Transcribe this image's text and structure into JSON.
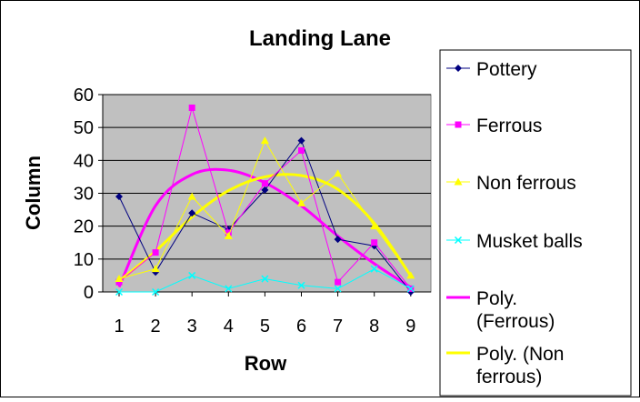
{
  "chart_data": {
    "type": "line",
    "title": "Landing Lane",
    "xlabel": "Row",
    "ylabel": "Column",
    "x": [
      1,
      2,
      3,
      4,
      5,
      6,
      7,
      8,
      9
    ],
    "ylim": [
      0,
      60
    ],
    "yticks": [
      0,
      10,
      20,
      30,
      40,
      50,
      60
    ],
    "grid": true,
    "legend_position": "right",
    "series": [
      {
        "name": "Pottery",
        "color": "#000080",
        "marker": "diamond",
        "values": [
          29,
          6,
          24,
          19,
          31,
          46,
          16,
          14,
          0
        ]
      },
      {
        "name": "Ferrous",
        "color": "#ff00ff",
        "marker": "square",
        "values": [
          3,
          12,
          56,
          18,
          33,
          43,
          3,
          15,
          1
        ]
      },
      {
        "name": "Non ferrous",
        "color": "#ffff00",
        "marker": "triangle",
        "values": [
          4,
          7,
          29,
          17,
          46,
          27,
          36,
          20,
          5
        ]
      },
      {
        "name": "Musket balls",
        "color": "#00ffff",
        "marker": "x",
        "values": [
          0,
          0,
          5,
          1,
          4,
          2,
          1,
          7,
          1
        ]
      }
    ],
    "trendlines": [
      {
        "name": "Poly. (Ferrous)",
        "color": "#ff00ff",
        "of": "Ferrous",
        "values": [
          1.5,
          26.2,
          35.7,
          37.0,
          33.2,
          26.2,
          17.0,
          8.6,
          1.4
        ]
      },
      {
        "name": "Poly. (Non ferrous)",
        "color": "#ffff00",
        "of": "Non ferrous",
        "values": [
          3.3,
          12.4,
          22.8,
          30.8,
          35.0,
          35.4,
          31.2,
          20.9,
          4.9
        ]
      }
    ]
  }
}
